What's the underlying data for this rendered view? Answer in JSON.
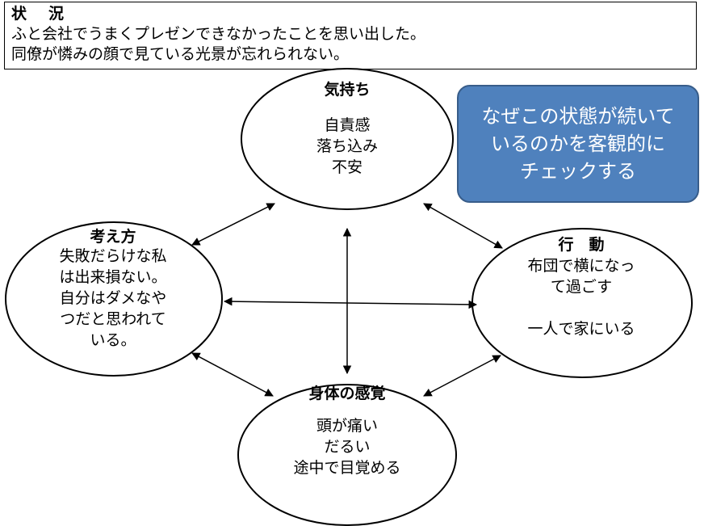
{
  "situation": {
    "title": "状　況",
    "lines": [
      "ふと会社でうまくプレゼンできなかったことを思い出した。",
      "同僚が憐みの顔で見ている光景が忘れられない。"
    ]
  },
  "feelings": {
    "title": "気持ち",
    "lines": [
      "自責感",
      "落ち込み",
      "不安"
    ]
  },
  "thoughts": {
    "title": "考え方",
    "lines": [
      "失敗だらけな私",
      "は出来損ない。",
      "自分はダメなや",
      "つだと思われて",
      "いる。"
    ]
  },
  "behavior": {
    "title": "行　動",
    "lines": [
      "布団で横になっ",
      "て過ごす",
      "",
      "一人で家にいる"
    ]
  },
  "body_sensation": {
    "title": "身体の感覚",
    "lines": [
      "頭が痛い",
      "だるい",
      "途中で目覚める"
    ]
  },
  "callout": {
    "lines": [
      "なぜこの状態が続いて",
      "いるのかを客観的に",
      "チェックする"
    ],
    "color": "#4f81bd"
  }
}
